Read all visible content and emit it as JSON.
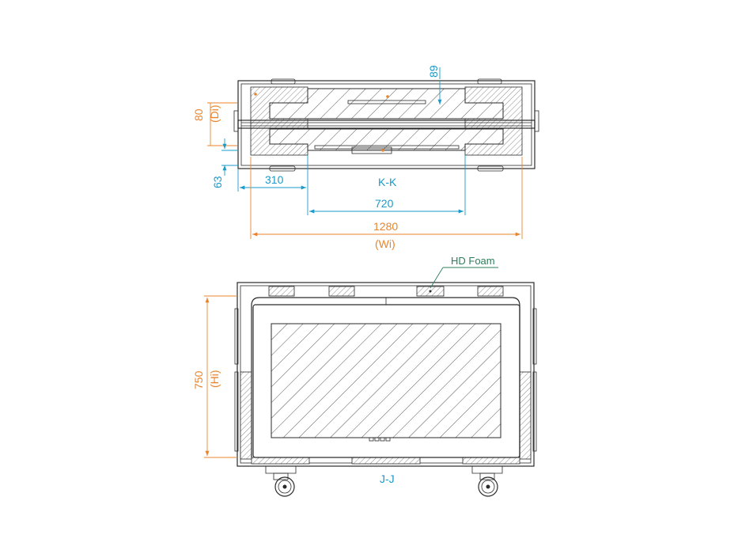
{
  "top_view": {
    "section_label": "K-K",
    "dim_89": "89",
    "dim_80": "80",
    "dim_di": "(Di)",
    "dim_63": "63",
    "dim_310": "310",
    "dim_720": "720",
    "dim_1280": "1280",
    "dim_wi": "(Wi)"
  },
  "front_view": {
    "section_label": "J-J",
    "foam_callout": "HD Foam",
    "dim_750": "750",
    "dim_hi": "(Hi)"
  },
  "colors": {
    "dimension_blue": "#1a9ac8",
    "inner_dimension_orange": "#e8852c",
    "callout_green": "#2e7d5b",
    "outline": "#2a2a2a"
  }
}
